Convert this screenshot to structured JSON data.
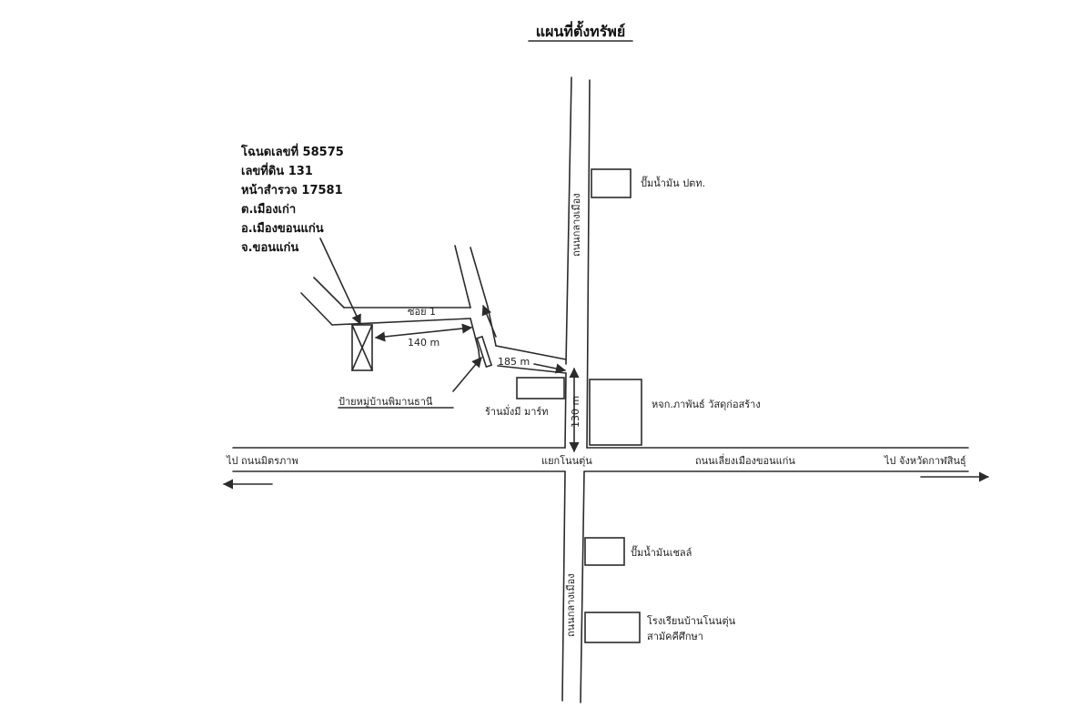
{
  "title": "แผนที่ตั้งทรัพย์",
  "deed_info": [
    "โฉนดเลขที่ 58575",
    "เลขที่ดิน 131",
    "หน้าสำรวจ 17581",
    "ต.เมืองเก่า",
    "อ.เมืองขอนแก่น",
    "จ.ขอนแก่น"
  ],
  "roads": {
    "vertical_north": "ถนนกลางเมือง",
    "vertical_south": "ถนนกลางเมือง",
    "horizontal": "ถนนเลี่ยงเมืองขอนแก่น",
    "soi": "ซอย 1"
  },
  "directions": {
    "west": "ไป ถนนมิตรภาพ",
    "east": "ไป จังหวัดกาฬสินธุ์"
  },
  "intersection": "แยกโนนตุ่น",
  "landmarks": {
    "ptt": "ปั๊มน้ำมัน ปตท.",
    "hardware": "หจก.ภาพันธ์ วัสดุก่อสร้าง",
    "shop": "ร้านมั่งมี มาร์ท",
    "village_sign": "ป้ายหมู่บ้านพิมานธานี",
    "shell": "ปั๊มน้ำมันเชลล์",
    "school_line1": "โรงเรียนบ้านโนนตุ่น",
    "school_line2": "สามัคคีศึกษา"
  },
  "distances": {
    "d140": "140 m",
    "d185": "185 m",
    "d130": "130 m"
  }
}
